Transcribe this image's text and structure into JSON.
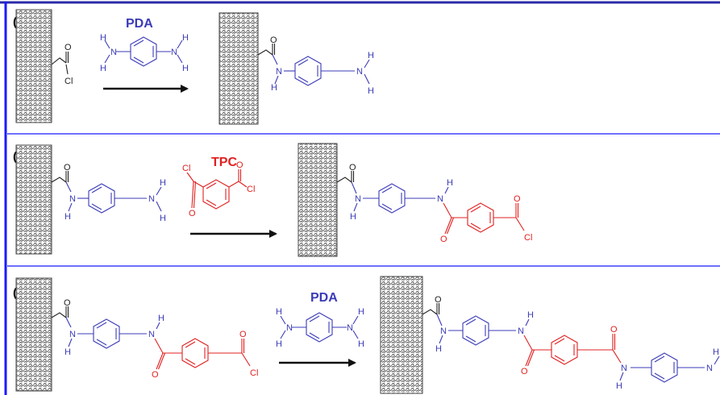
{
  "colors": {
    "frame": "#1a1aff",
    "ink": "#222222",
    "pda": "#3b3bb8",
    "tpc": "#e02020",
    "tube": "#444444"
  },
  "panels": [
    {
      "label": "(A)",
      "reagent": "PDA",
      "reagent_color": "pda"
    },
    {
      "label": "(B)",
      "reagent": "TPC",
      "reagent_color": "tpc"
    },
    {
      "label": "(C)",
      "reagent": "PDA",
      "reagent_color": "pda"
    }
  ],
  "atoms": {
    "O": "O",
    "Cl": "Cl",
    "N": "N",
    "H": "H"
  }
}
